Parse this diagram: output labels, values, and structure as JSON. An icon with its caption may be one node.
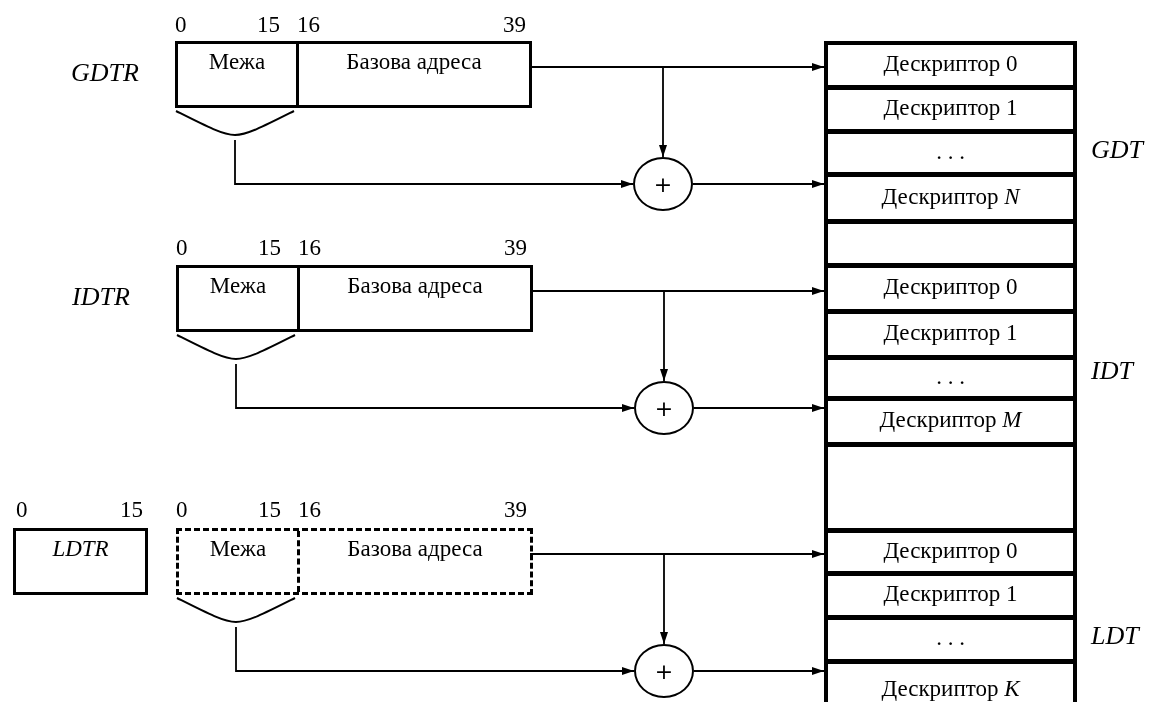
{
  "diagram": {
    "nodes": [
      {
        "text": [
          "GDTR"
        ]
      },
      {
        "text": [
          "Межа"
        ],
        "in": 0
      },
      {
        "text": [
          "Базова адреса"
        ],
        "in": 0
      },
      {
        "text": [],
        "shape": "bracket"
      },
      {
        "text": [
          "+"
        ]
      },
      {
        "text": [
          "Дескриптор 0"
        ]
      },
      {
        "text": [
          "Дескриптор 1"
        ]
      },
      {
        "text": [
          ". . ."
        ]
      },
      {
        "text": [
          "Дескриптор *N*"
        ]
      },
      {
        "text": [],
        "shape": "box"
      },
      {
        "text": [
          "IDTR"
        ]
      },
      {
        "text": [
          "Межа"
        ],
        "in": 10
      },
      {
        "text": [
          "Базова адреса"
        ],
        "in": 10
      },
      {
        "text": [],
        "shape": "bracket"
      },
      {
        "text": [
          "+"
        ]
      },
      {
        "text": [
          "Дескриптор 0"
        ]
      },
      {
        "text": [
          "Дескриптор 1"
        ]
      },
      {
        "text": [
          ". . ."
        ]
      },
      {
        "text": [
          "Дескриптор *M*"
        ]
      },
      {
        "text": [],
        "shape": "box"
      },
      {
        "text": [
          "LDTR"
        ]
      },
      {
        "text": [],
        "shape": "box"
      },
      {
        "text": [
          "Межа"
        ],
        "in": 21
      },
      {
        "text": [
          "Базова адреса"
        ],
        "in": 21
      },
      {
        "text": [],
        "shape": "bracket"
      },
      {
        "text": [
          "+"
        ]
      },
      {
        "text": [
          "Дескриптор 0"
        ]
      },
      {
        "text": [
          "Дескриптор 1"
        ]
      },
      {
        "text": [
          ". . ."
        ]
      },
      {
        "text": [
          "Дескриптор *K*"
        ]
      }
    ],
    "edges": [
      {
        "from": 2,
        "to": 5,
        "arrow": "to"
      },
      {
        "from": 2,
        "to": 4,
        "arrow": "to"
      },
      {
        "from": 3,
        "to": 4,
        "arrow": "to"
      },
      {
        "from": 4,
        "to": 8,
        "arrow": "to"
      },
      {
        "from": 12,
        "to": 15,
        "arrow": "to"
      },
      {
        "from": 12,
        "to": 14,
        "arrow": "to"
      },
      {
        "from": 13,
        "to": 14,
        "arrow": "to"
      },
      {
        "from": 14,
        "to": 18,
        "arrow": "to"
      },
      {
        "from": 23,
        "to": 26,
        "arrow": "to"
      },
      {
        "from": 23,
        "to": 25,
        "arrow": "to"
      },
      {
        "from": 24,
        "to": 25,
        "arrow": "to"
      },
      {
        "from": 25,
        "to": 29,
        "arrow": "to"
      }
    ],
    "labels": [
      "0",
      "15",
      "16",
      "39",
      "GDT",
      "0",
      "15",
      "16",
      "39",
      "IDT",
      "0",
      "15",
      "0",
      "15",
      "16",
      "39",
      "LDT"
    ]
  }
}
